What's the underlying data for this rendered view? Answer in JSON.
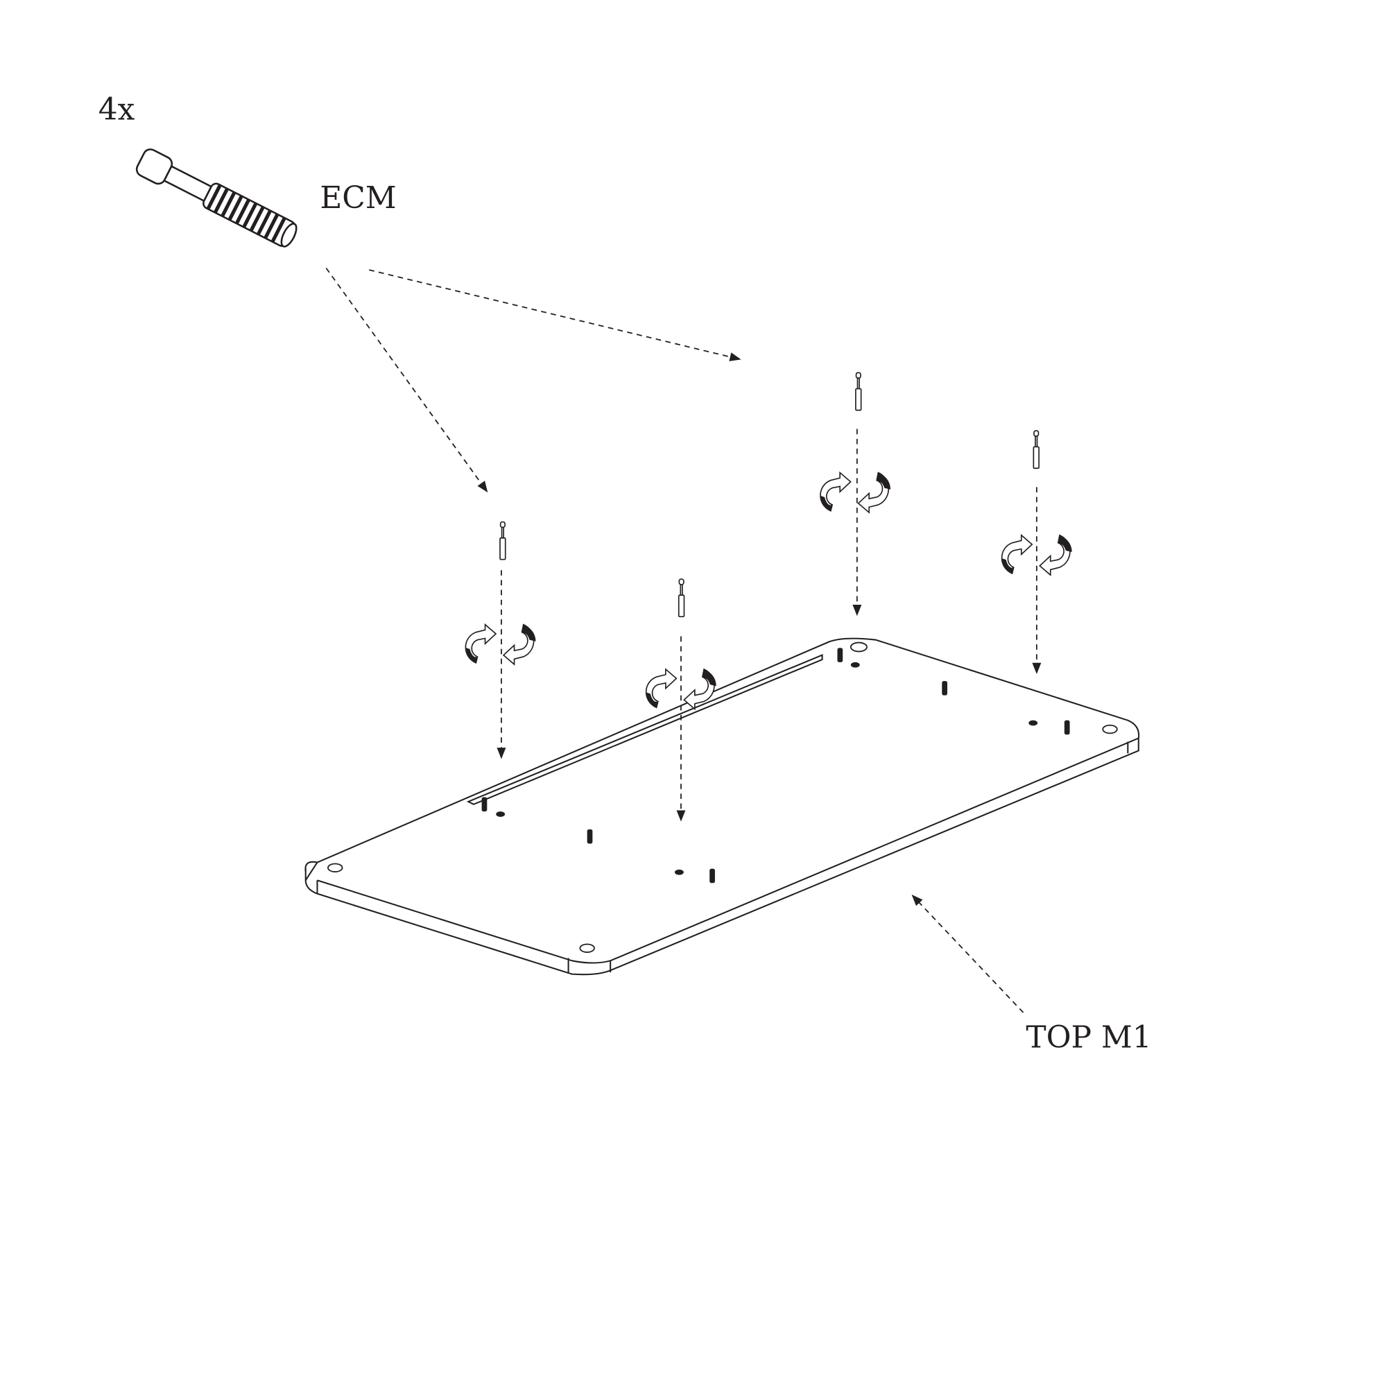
{
  "labels": {
    "quantity": "4x",
    "part_screw": "ECM",
    "part_plate": "TOP M1"
  },
  "colors": {
    "ink": "#231f20",
    "background": "#ffffff"
  },
  "icons": [
    "screw-icon",
    "rotate-clockwise-icon",
    "dashed-arrow-icon",
    "plate-illustration"
  ]
}
